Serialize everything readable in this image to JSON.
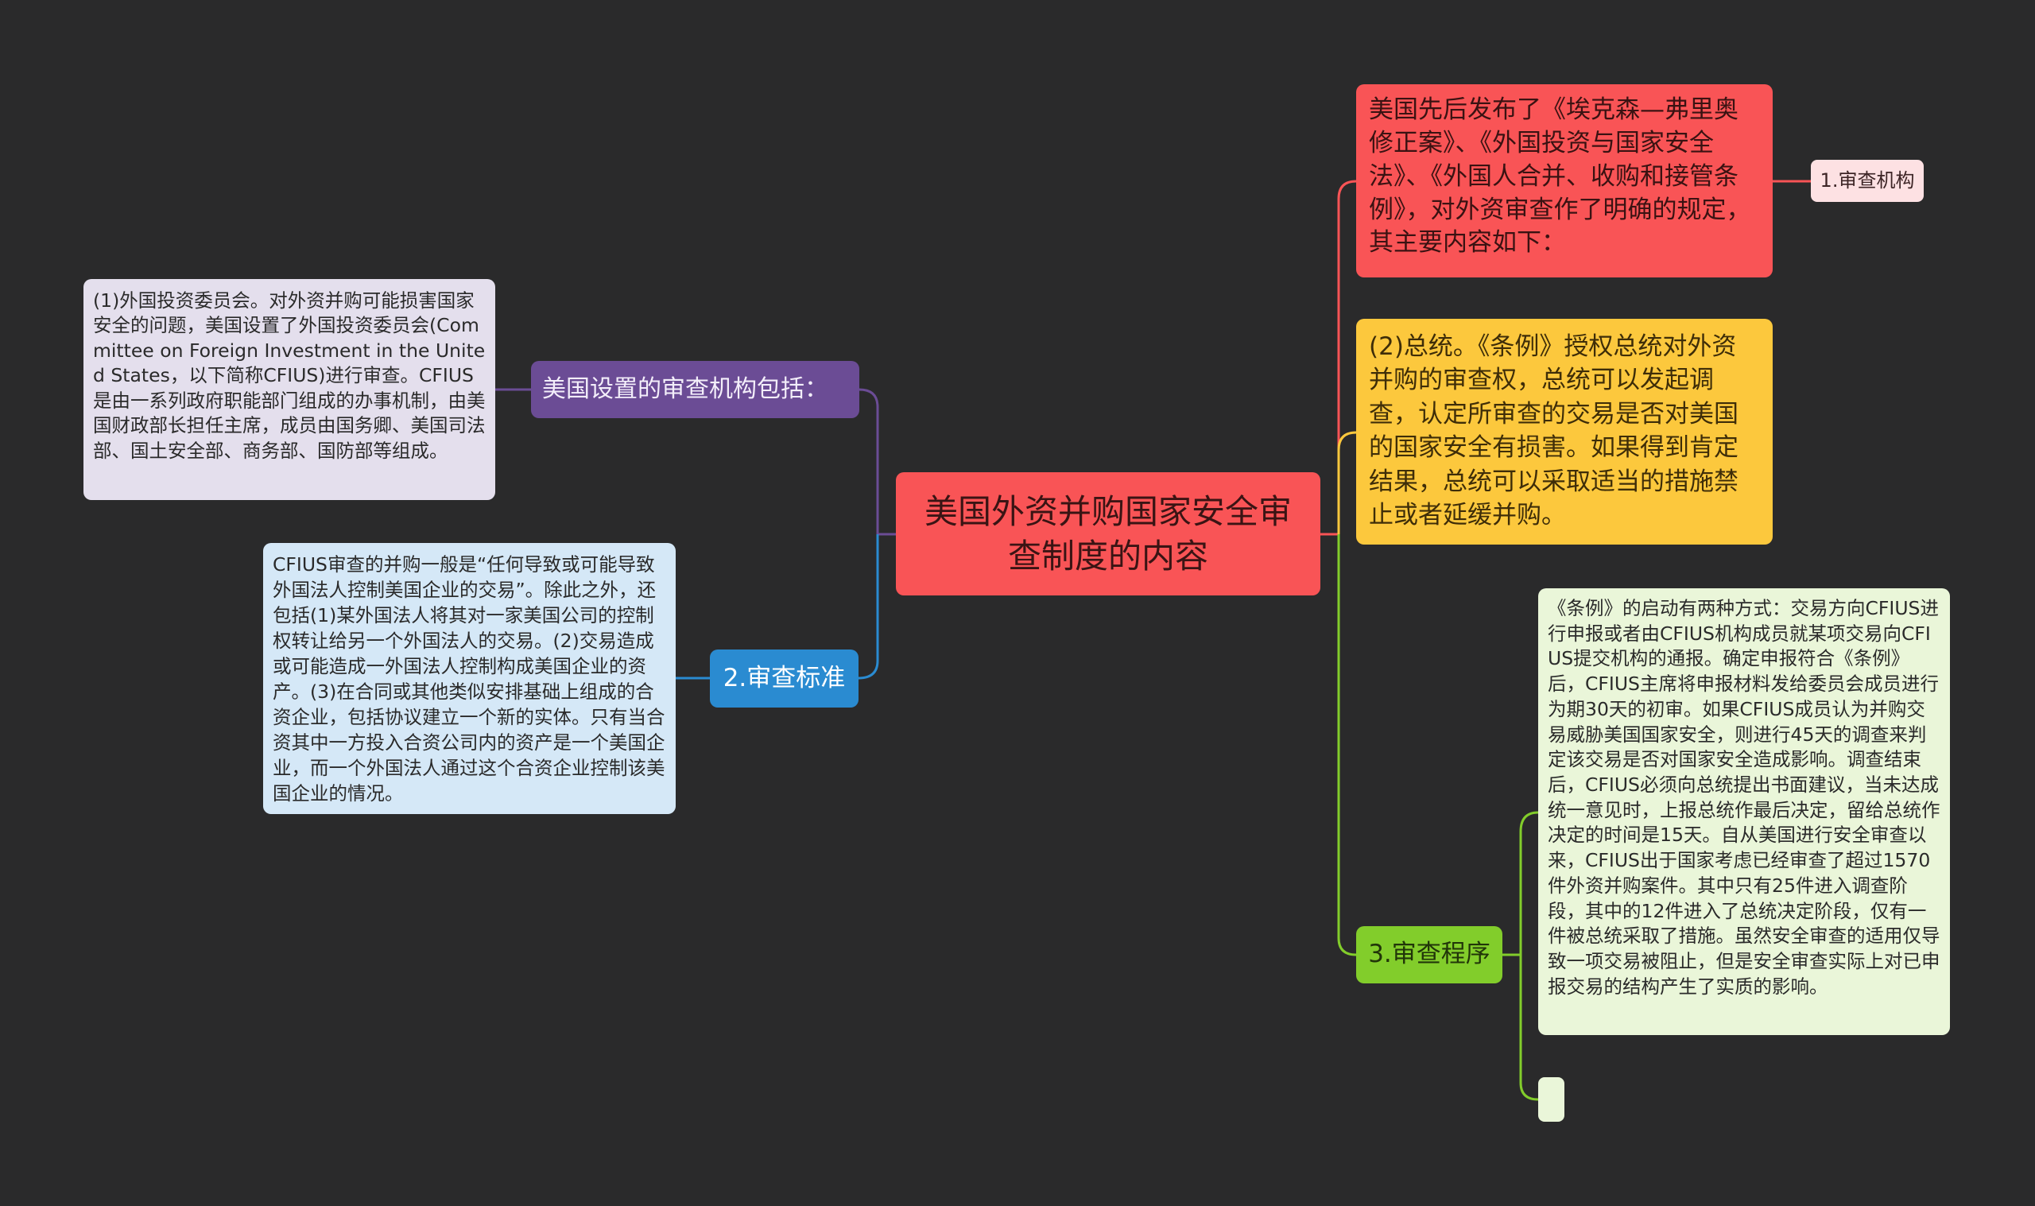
{
  "center": {
    "text": "美国外资并购国家安全审查制度的内容",
    "color": "#f95456"
  },
  "right_branch_1": {
    "text": "美国先后发布了《埃克森—弗里奥修正案》、《外国投资与国家安全法》、《外国人合并、收购和接管条例》，对外资审查作了明确的规定，其主要内容如下：",
    "tag": "1.审查机构",
    "color": "#f95456"
  },
  "right_branch_2": {
    "text": "(2)总统。《条例》授权总统对外资并购的审查权，总统可以发起调查，认定所审查的交易是否对美国的国家安全有损害。如果得到肯定结果，总统可以采取适当的措施禁止或者延缓并购。",
    "color": "#fcc83d"
  },
  "right_branch_3": {
    "label": "3.审查程序",
    "detail": "《条例》的启动有两种方式：交易方向CFIUS进行申报或者由CFIUS机构成员就某项交易向CFIUS提交机构的通报。确定申报符合《条例》后，CFIUS主席将申报材料发给委员会成员进行为期30天的初审。如果CFIUS成员认为并购交易威胁美国国家安全，则进行45天的调查来判定该交易是否对国家安全造成影响。调查结束后，CFIUS必须向总统提出书面建议，当未达成统一意见时，上报总统作最后决定，留给总统作决定的时间是15天。自从美国进行安全审查以来，CFIUS出于国家考虑已经审查了超过1570件外资并购案件。其中只有25件进入调查阶段，其中的12件进入了总统决定阶段，仅有一件被总统采取了措施。虽然安全审查的适用仅导致一项交易被阻止，但是安全审查实际上对已申报交易的结构产生了实质的影响。",
    "color": "#82cd2b"
  },
  "left_branch_1": {
    "label": "美国设置的审查机构包括：",
    "detail": "(1)外国投资委员会。对外资并购可能损害国家安全的问题，美国设置了外国投资委员会(Committee on Foreign Investment in the United States，以下简称CFIUS)进行审查。CFIUS是由一系列政府职能部门组成的办事机制，由美国财政部长担任主席，成员由国务卿、美国司法部、国土安全部、商务部、国防部等组成。",
    "color": "#6b4c95"
  },
  "left_branch_2": {
    "label": "2.审查标准",
    "detail": "CFIUS审查的并购一般是“任何导致或可能导致外国法人控制美国企业的交易”。除此之外，还包括(1)某外国法人将其对一家美国公司的控制权转让给另一个外国法人的交易。(2)交易造成或可能造成一外国法人控制构成美国企业的资产。(3)在合同或其他类似安排基础上组成的合资企业，包括协议建立一个新的实体。只有当合资其中一方投入合资公司内的资产是一个美国企业，而一个外国法人通过这个合资企业控制该美国企业的情况。",
    "color": "#2a8bd1"
  }
}
